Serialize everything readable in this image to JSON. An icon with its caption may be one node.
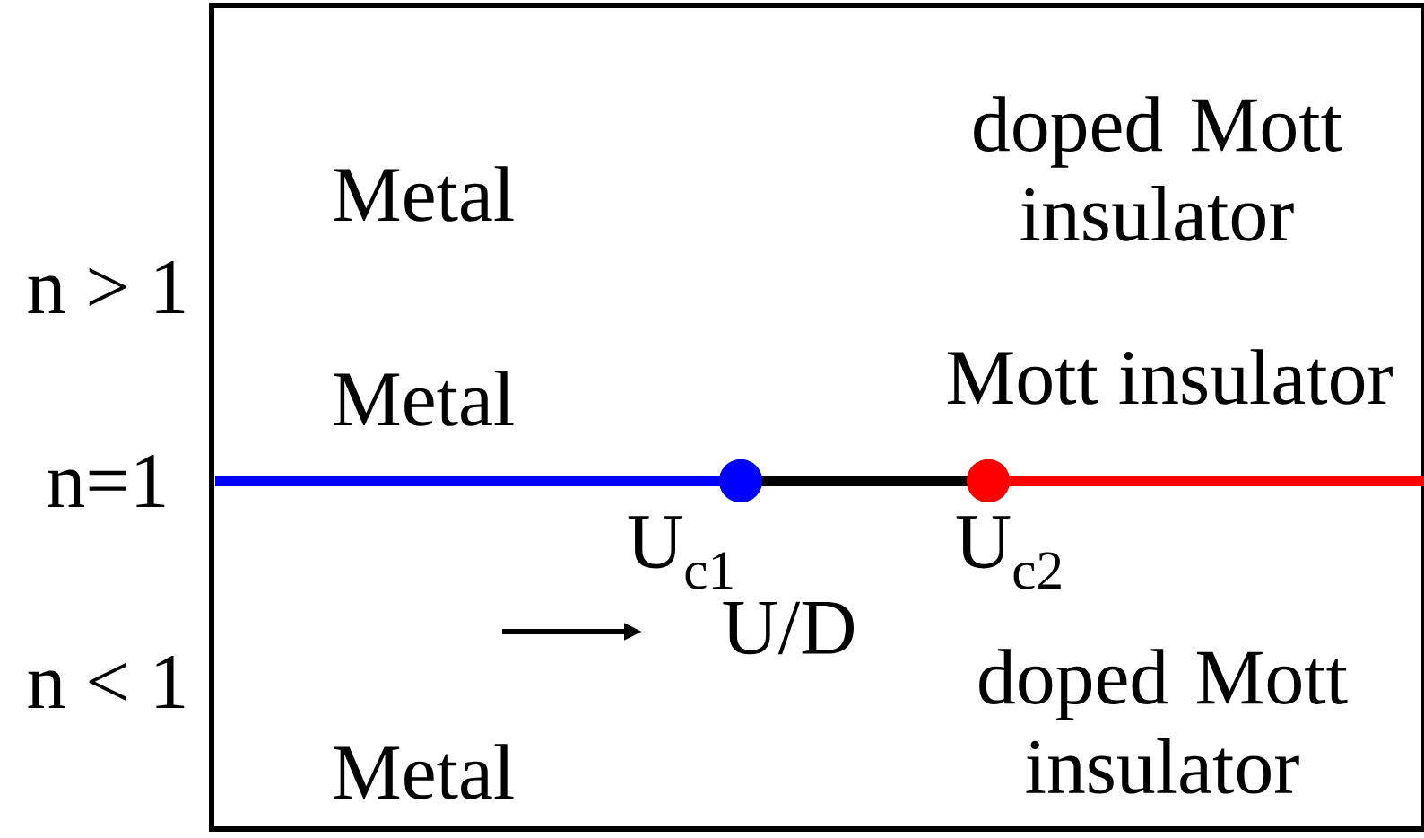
{
  "diagram": {
    "nodes": [
      {
        "text": [],
        "shape": "circle",
        "beside": [
          "U$_{c1}$"
        ]
      },
      {
        "text": [],
        "shape": "circle",
        "beside": [
          "U$_{c2}$"
        ]
      }
    ],
    "edges": [
      {
        "from": null,
        "to": 0,
        "arrow": "none",
        "color": "#0000ff"
      },
      {
        "from": 0,
        "to": 1,
        "arrow": "none",
        "color": "#000000"
      },
      {
        "from": 1,
        "to": null,
        "arrow": "none",
        "color": "#ff0000"
      }
    ],
    "labels": [
      "doped Mott insulator",
      "Metal",
      "n > 1",
      "Metal",
      "Mott insulator",
      "n=1",
      "U/D",
      "n < 1",
      "doped Mott insulator",
      "Metal"
    ]
  }
}
